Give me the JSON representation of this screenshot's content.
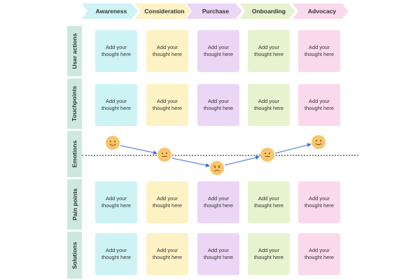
{
  "stages": [
    {
      "label": "Awareness",
      "color": "#cdf3f5"
    },
    {
      "label": "Consideration",
      "color": "#fdf2c4"
    },
    {
      "label": "Purchase",
      "color": "#ecd6f5"
    },
    {
      "label": "Onboarding",
      "color": "#e7f3cf"
    },
    {
      "label": "Advocacy",
      "color": "#fbd9ec"
    }
  ],
  "rows": {
    "user_actions": "User actions",
    "touchpoints": "Touchpoints",
    "emotions": "Emotions",
    "pain_points": "Pain points",
    "solutions": "Solutions"
  },
  "note_text": "Add your thought here",
  "emotions": [
    {
      "stage": "Awareness",
      "mood": "happy-face-icon"
    },
    {
      "stage": "Consideration",
      "mood": "neutral-face-icon"
    },
    {
      "stage": "Purchase",
      "mood": "worried-face-icon"
    },
    {
      "stage": "Onboarding",
      "mood": "neutral-face-icon"
    },
    {
      "stage": "Advocacy",
      "mood": "happy-face-icon"
    }
  ],
  "colors": {
    "row_label_bg": "#cde9df",
    "emoji": "#f8c56b",
    "arrow": "#3b6fd8"
  }
}
